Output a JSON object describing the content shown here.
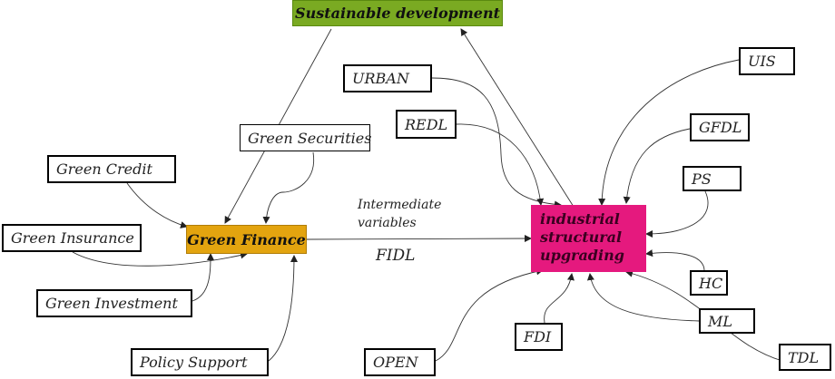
{
  "nodes": {
    "sustainable_development": "Sustainable development",
    "green_finance": "Green Finance",
    "industrial_structural_upgrading": "industrial structural upgrading",
    "green_credit": "Green Credit",
    "green_insurance": "Green Insurance",
    "green_investment": "Green Investment",
    "policy_support": "Policy Support",
    "green_securities": "Green Securities",
    "urban": "URBAN",
    "redl": "REDL",
    "uis": "UIS",
    "gfdl": "GFDL",
    "ps": "PS",
    "hc": "HC",
    "ml": "ML",
    "tdl": "TDL",
    "fdi": "FDI",
    "open": "OPEN"
  },
  "labels": {
    "intermediate": "Intermediate variables",
    "fidl": "FIDL"
  },
  "colors": {
    "sustainable_development": "#7aaa22",
    "green_finance": "#e3a40f",
    "industrial_structural_upgrading": "#e5197e"
  }
}
